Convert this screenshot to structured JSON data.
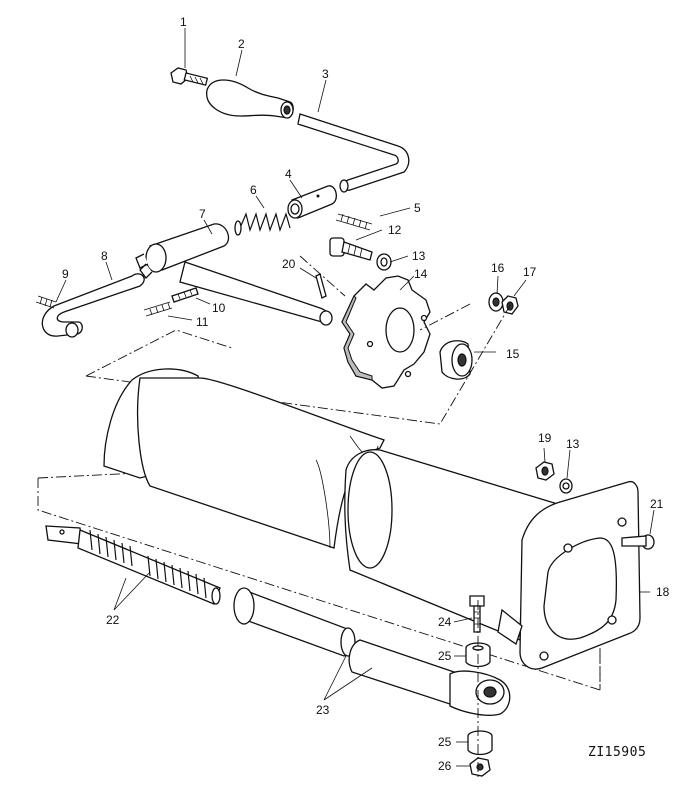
{
  "diagram": {
    "callouts": [
      "1",
      "2",
      "3",
      "4",
      "5",
      "6",
      "7",
      "8",
      "9",
      "10",
      "11",
      "12",
      "13",
      "14",
      "15",
      "16",
      "17",
      "20",
      "19",
      "13",
      "21",
      "18",
      "22",
      "23",
      "24",
      "25",
      "25",
      "26"
    ],
    "drawing_code": "ZI15905"
  }
}
